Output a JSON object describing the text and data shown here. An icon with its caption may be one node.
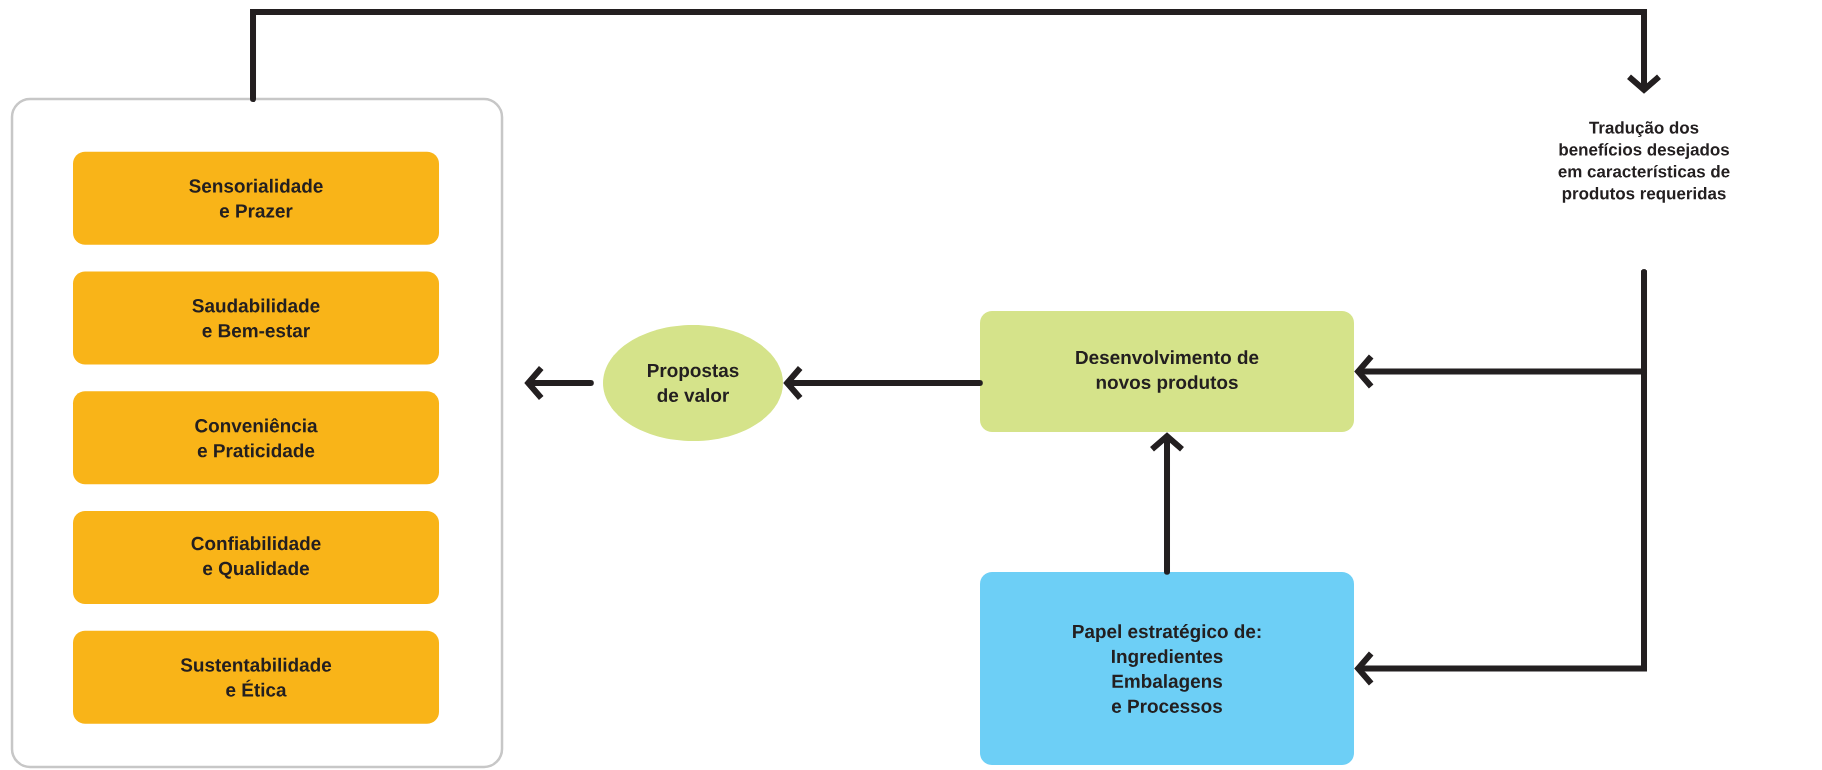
{
  "diagram": {
    "nodes": [
      {
        "text": [],
        "shape": "box"
      },
      {
        "text": [
          "Sensorialidade e Prazer"
        ],
        "in": 0
      },
      {
        "text": [
          "Saudabilidade e Bem-estar"
        ],
        "in": 0
      },
      {
        "text": [
          "Conveniência e Praticidade"
        ],
        "in": 0
      },
      {
        "text": [
          "Confiabilidade e Qualidade"
        ],
        "in": 0
      },
      {
        "text": [
          "Sustentabilidade e Ética"
        ],
        "in": 0
      },
      {
        "text": [
          "Propostas de valor"
        ]
      },
      {
        "text": [
          "Desenvolvimento de novos produtos"
        ]
      },
      {
        "text": [
          "Papel estratégico de:",
          "Ingredientes",
          "Embalagens",
          "e Processos"
        ]
      },
      {
        "text": [
          "Tradução dos benefícios desejados em características de produtos requeridas"
        ]
      }
    ],
    "edges": [
      {
        "from": 0,
        "to": 9,
        "arrow": "to"
      },
      {
        "from": 9,
        "to": 7,
        "arrow": "to"
      },
      {
        "from": 9,
        "to": 8,
        "arrow": "to"
      },
      {
        "from": 7,
        "to": 6,
        "arrow": "to"
      },
      {
        "from": 6,
        "to": 0,
        "arrow": "to"
      },
      {
        "from": 8,
        "to": 7,
        "arrow": "to"
      }
    ]
  }
}
